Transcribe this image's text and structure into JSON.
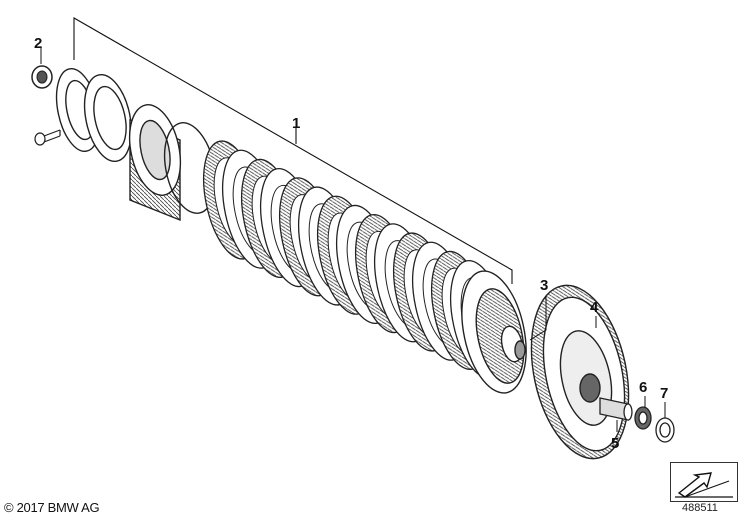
{
  "diagram": {
    "callouts": [
      "1",
      "2",
      "3",
      "4",
      "5",
      "6",
      "7"
    ],
    "copyright": "© 2017 BMW AG",
    "document_number": "488511",
    "nav_icon": "arrow-icon"
  }
}
